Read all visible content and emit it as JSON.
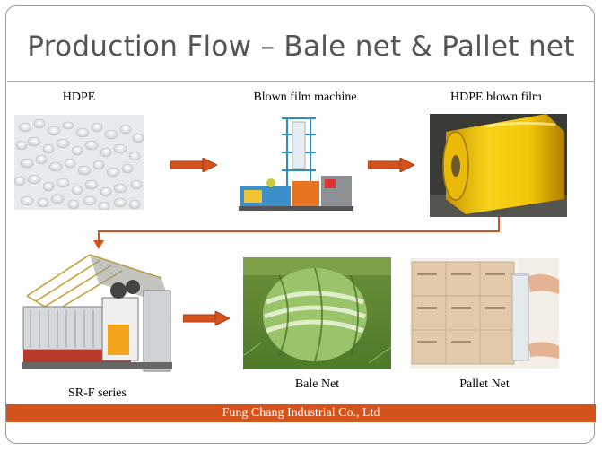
{
  "title": "Production Flow – Bale net & Pallet net",
  "steps": {
    "hdpe": "HDPE",
    "blown_film_machine": "Blown film machine",
    "hdpe_blown_film": "HDPE blown film",
    "srf_series": "SR-F series",
    "bale_net": "Bale Net",
    "pallet_net": "Pallet Net"
  },
  "footer": "Fung Chang Industrial Co., Ltd",
  "colors": {
    "accent": "#d4521c",
    "title_text": "#555555",
    "border": "#9a9a9a"
  },
  "icons": [
    "hdpe-pellets-photo",
    "blown-film-machine-photo",
    "yellow-film-roll-photo",
    "knitting-machine-photo",
    "bale-net-photo",
    "pallet-net-photo",
    "arrow-right-icon",
    "elbow-arrow-icon"
  ]
}
